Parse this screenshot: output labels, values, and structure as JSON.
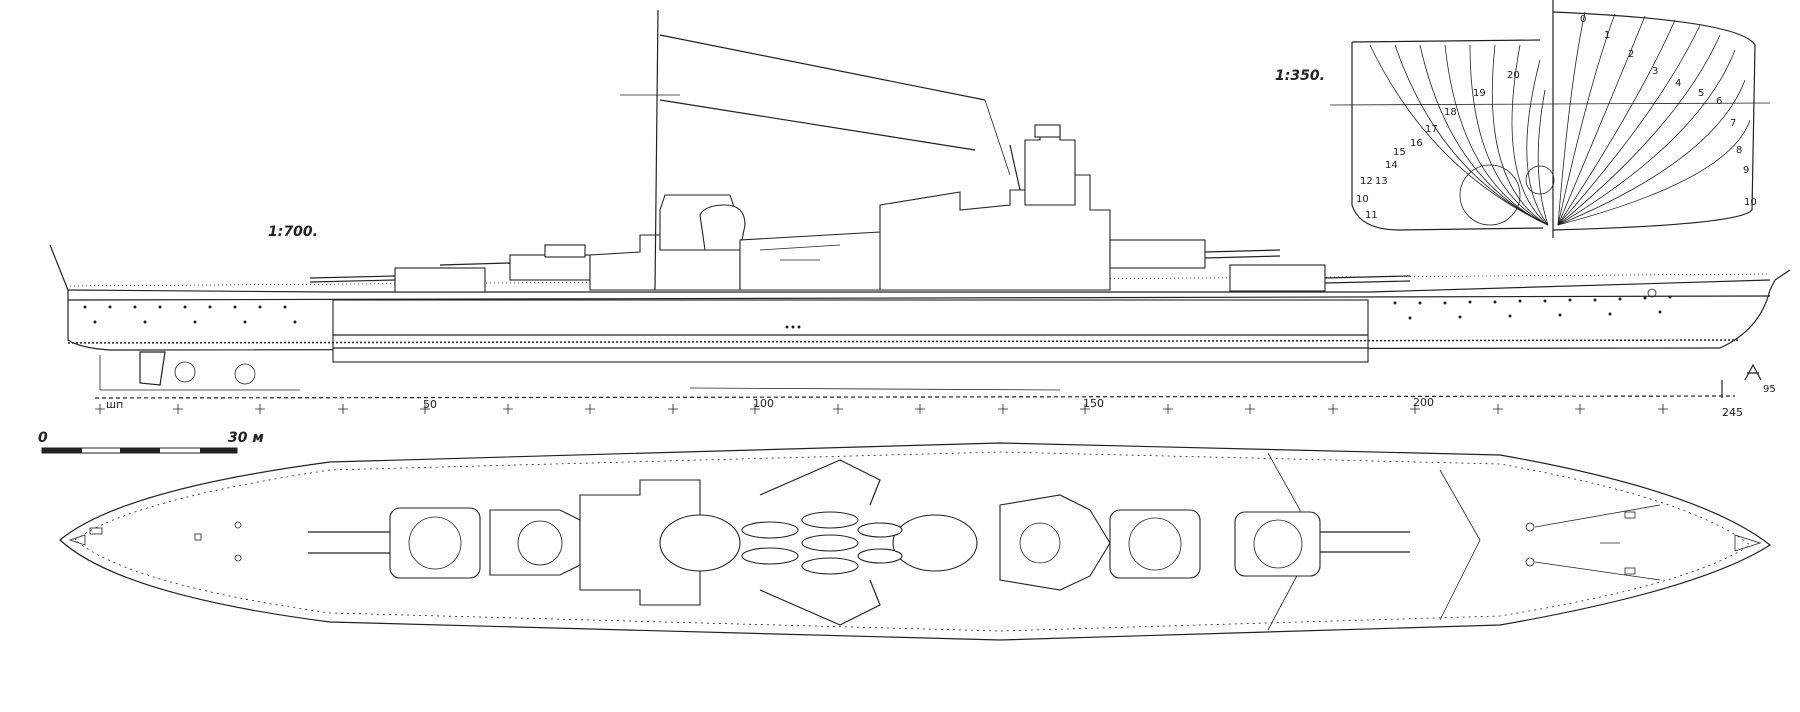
{
  "labels": {
    "profile_scale": "1:700.",
    "lines_scale": "1:350.",
    "scale_bar_start": "0",
    "scale_bar_end": "30 м",
    "frame_unit": "шп",
    "signature": "95"
  },
  "frame_ticks": [
    "50",
    "100",
    "150",
    "200",
    "245"
  ],
  "body_plan_left_numbers": [
    "10",
    "11",
    "12",
    "13",
    "14",
    "15",
    "16",
    "17",
    "18",
    "19",
    "20"
  ],
  "body_plan_right_numbers": [
    "0",
    "1",
    "2",
    "3",
    "4",
    "5",
    "6",
    "7",
    "8",
    "9",
    "10"
  ]
}
